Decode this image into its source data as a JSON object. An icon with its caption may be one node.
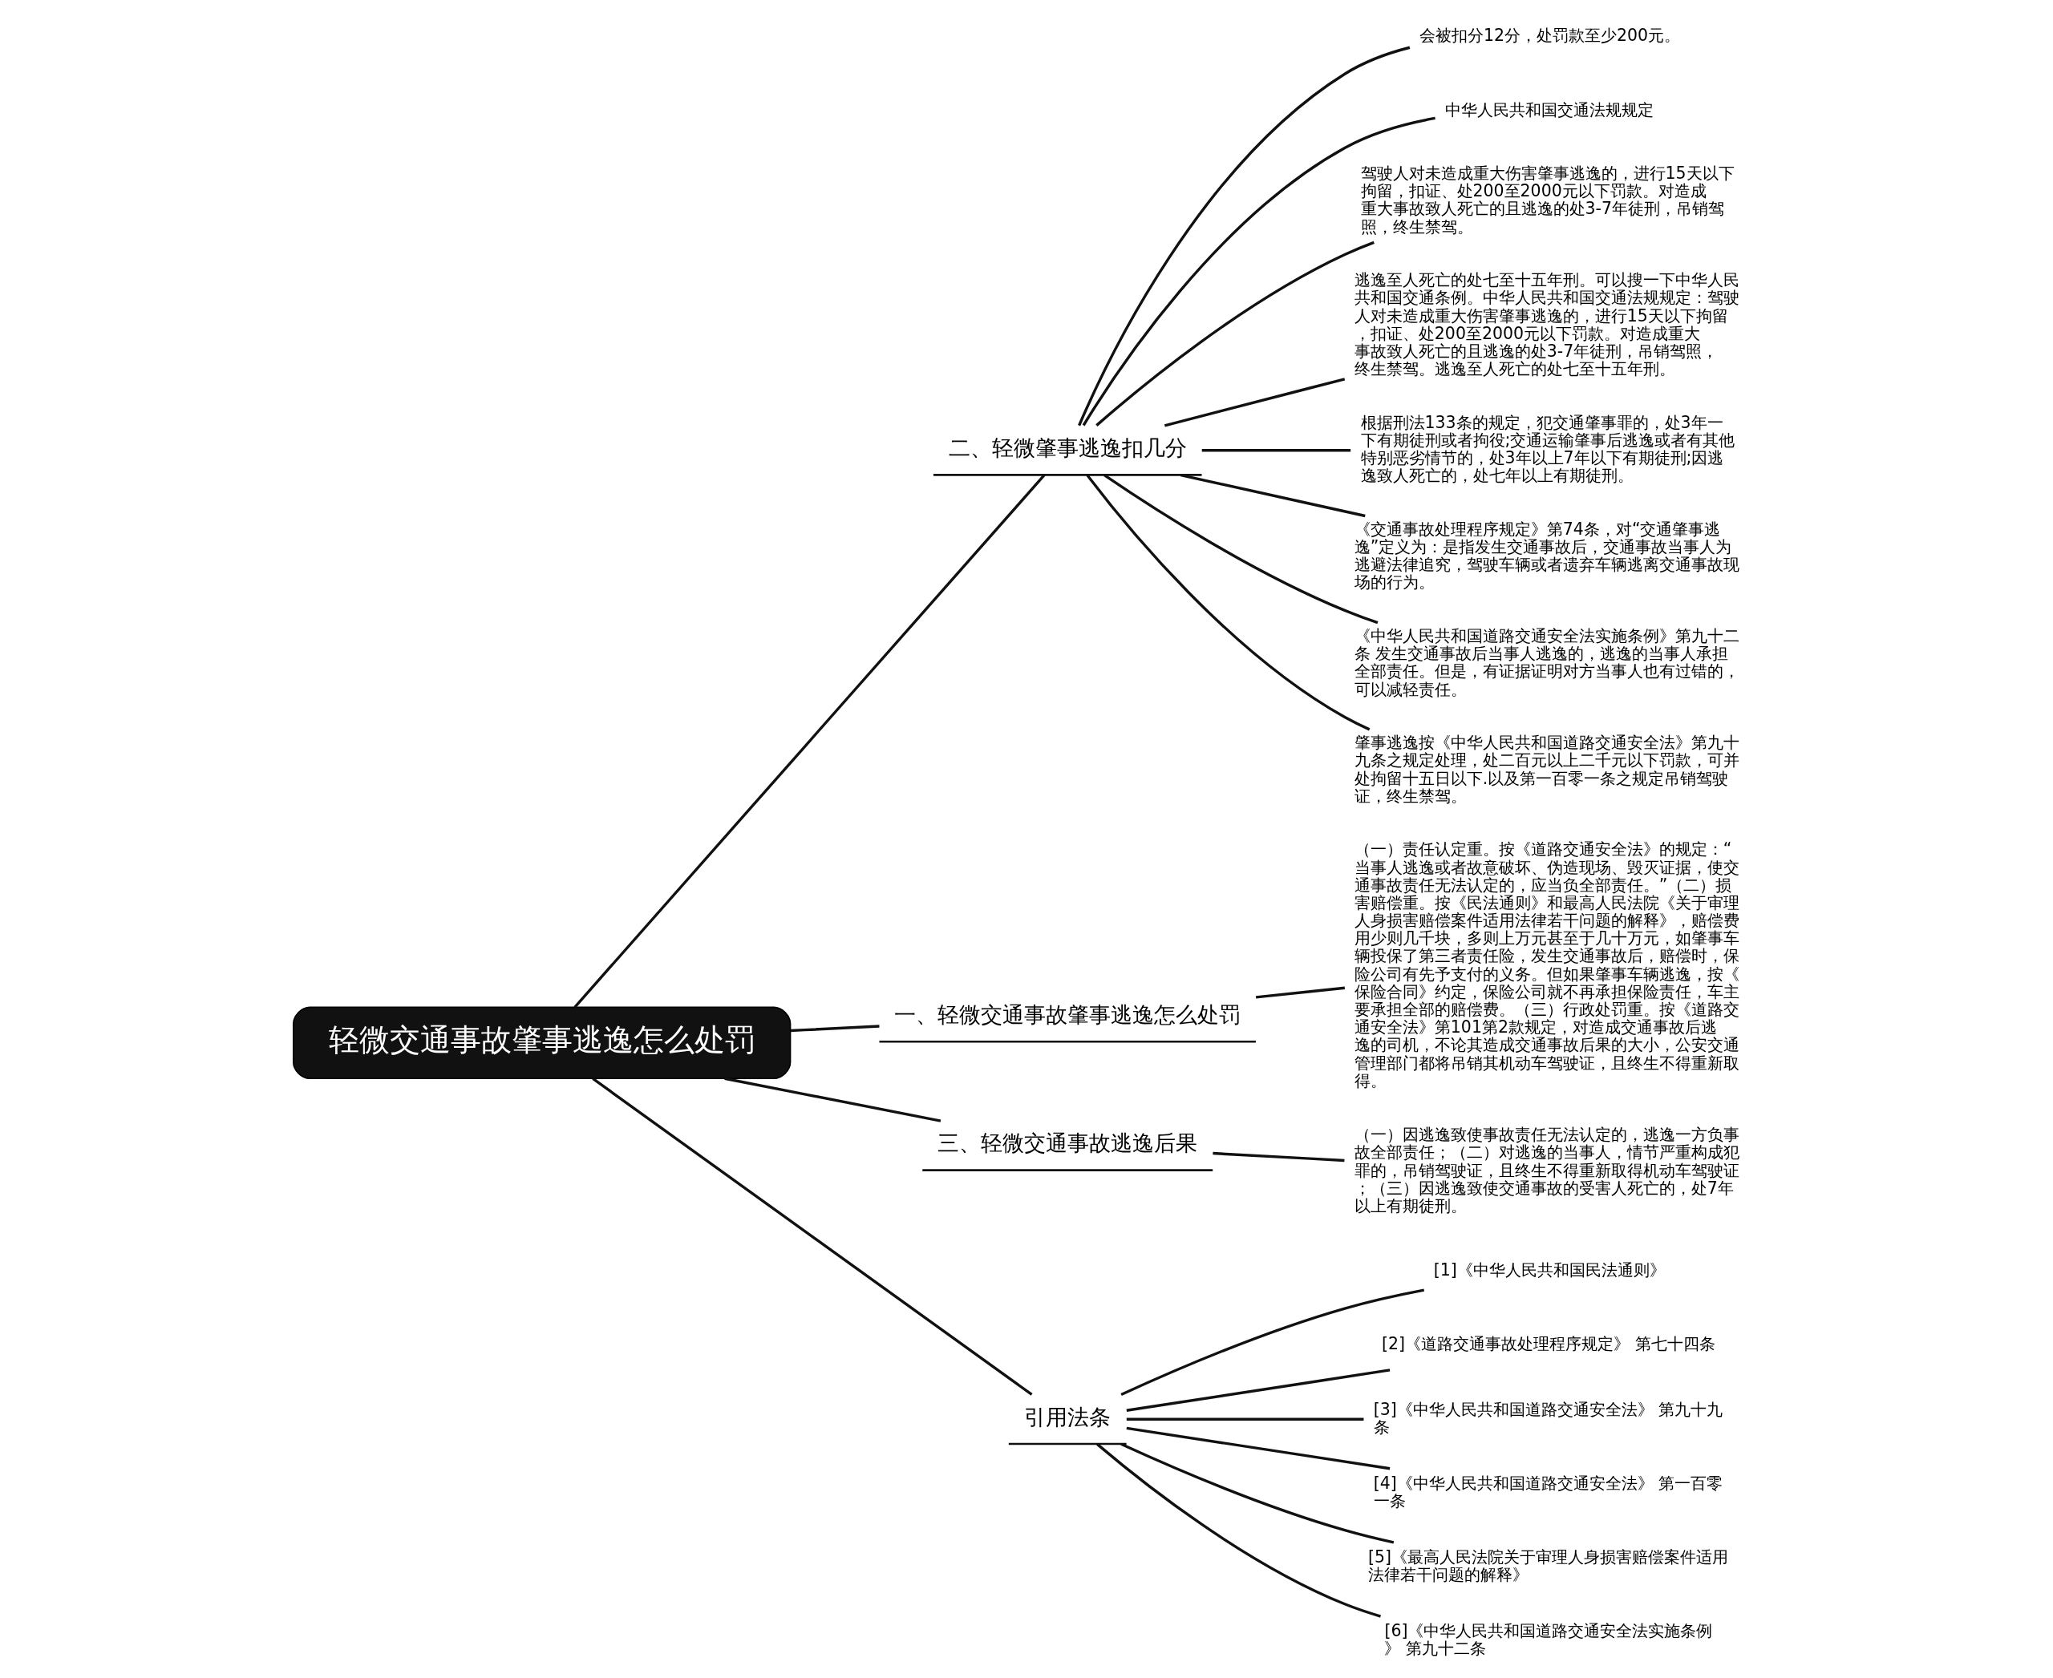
{
  "diagram": {
    "nodes": [
      {
        "text": [
          "轻微交通事故肇事逃逸怎么处罚"
        ]
      },
      {
        "text": [
          "二、轻微肇事逃逸扣几分"
        ]
      },
      {
        "text": [
          "会被扣分12分，处罚款至少200元。"
        ]
      },
      {
        "text": [
          "中华人民共和国交通法规规定"
        ]
      },
      {
        "text": [
          "驾驶人对未造成重大伤害肇事逃逸的，进行15天以下拘留，扣证、处200至2000元以下罚款。对造成重大事故致人死亡的且逃逸的处3-7年徒刑，吊销驾照，终生禁驾。"
        ]
      },
      {
        "text": [
          "逃逸至人死亡的处七至十五年刑。可以搜一下中华人民共和国交通条例。中华人民共和国交通法规规定：驾驶人对未造成重大伤害肇事逃逸的，进行15天以下拘留，扣证、处200至2000元以下罚款。对造成重大事故致人死亡的且逃逸的处3-7年徒刑，吊销驾照，终生禁驾。逃逸至人死亡的处七至十五年刑。"
        ]
      },
      {
        "text": [
          "根据刑法133条的规定，犯交通肇事罪的，处3年一下有期徒刑或者拘役;交通运输肇事后逃逸或者有其他特别恶劣情节的，处3年以上7年以下有期徒刑;因逃逸致人死亡的，处七年以上有期徒刑。"
        ]
      },
      {
        "text": [
          "《交通事故处理程序规定》第74条，对“交通肇事逃逸”定义为：是指发生交通事故后，交通事故当事人为逃避法律追究，驾驶车辆或者遗弃车辆逃离交通事故现场的行为。"
        ]
      },
      {
        "text": [
          "《中华人民共和国道路交通安全法实施条例》第九十二条 发生交通事故后当事人逃逸的，逃逸的当事人承担全部责任。但是，有证据证明对方当事人也有过错的，可以减轻责任。"
        ]
      },
      {
        "text": [
          "肇事逃逸按《中华人民共和国道路交通安全法》第九十九条之规定处理，处二百元以上二千元以下罚款，可并处拘留十五日以下.以及第一百零一条之规定吊销驾驶证，终生禁驾。"
        ]
      },
      {
        "text": [
          "一、轻微交通事故肇事逃逸怎么处罚"
        ]
      },
      {
        "text": [
          "（一）责任认定重。按《道路交通安全法》的规定：“当事人逃逸或者故意破坏、伪造现场、毁灭证据，使交通事故责任无法认定的，应当负全部责任。”（二）损害赔偿重。按《民法通则》和最高人民法院《关于审理人身损害赔偿案件适用法律若干问题的解释》，赔偿费用少则几千块，多则上万元甚至于几十万元，如肇事车辆投保了第三者责任险，发生交通事故后，赔偿时，保险公司有先予支付的义务。但如果肇事车辆逃逸，按《保险合同》约定，保险公司就不再承担保险责任，车主要承担全部的赔偿费。（三）行政处罚重。按《道路交通安全法》第101第2款规定，对造成交通事故后逃逸的司机，不论其造成交通事故后果的大小，公安交通管理部门都将吊销其机动车驾驶证，且终生不得重新取得。"
        ]
      },
      {
        "text": [
          "三、轻微交通事故逃逸后果"
        ]
      },
      {
        "text": [
          "（一）因逃逸致使事故责任无法认定的，逃逸一方负事故全部责任；（二）对逃逸的当事人，情节严重构成犯罪的，吊销驾驶证，且终生不得重新取得机动车驾驶证；（三）因逃逸致使交通事故的受害人死亡的，处7年以上有期徒刑。"
        ]
      },
      {
        "text": [
          "引用法条"
        ]
      },
      {
        "text": [
          "[1]《中华人民共和国民法通则》"
        ]
      },
      {
        "text": [
          "[2]《道路交通事故处理程序规定》 第七十四条"
        ]
      },
      {
        "text": [
          "[3]《中华人民共和国道路交通安全法》 第九十九条"
        ]
      },
      {
        "text": [
          "[4]《中华人民共和国道路交通安全法》 第一百零一条"
        ]
      },
      {
        "text": [
          "[5]《最高人民法院关于审理人身损害赔偿案件适用法律若干问题的解释》"
        ]
      },
      {
        "text": [
          "[6]《中华人民共和国道路交通安全法实施条例》 第九十二条"
        ]
      }
    ],
    "edges": [
      {
        "from": 0,
        "to": 1,
        "arrow": "none"
      },
      {
        "from": 1,
        "to": 2,
        "arrow": "none"
      },
      {
        "from": 1,
        "to": 3,
        "arrow": "none"
      },
      {
        "from": 1,
        "to": 4,
        "arrow": "none"
      },
      {
        "from": 1,
        "to": 5,
        "arrow": "none"
      },
      {
        "from": 1,
        "to": 6,
        "arrow": "none"
      },
      {
        "from": 1,
        "to": 7,
        "arrow": "none"
      },
      {
        "from": 1,
        "to": 8,
        "arrow": "none"
      },
      {
        "from": 1,
        "to": 9,
        "arrow": "none"
      },
      {
        "from": 0,
        "to": 10,
        "arrow": "none"
      },
      {
        "from": 10,
        "to": 11,
        "arrow": "none"
      },
      {
        "from": 0,
        "to": 12,
        "arrow": "none"
      },
      {
        "from": 12,
        "to": 13,
        "arrow": "none"
      },
      {
        "from": 0,
        "to": 14,
        "arrow": "none"
      },
      {
        "from": 14,
        "to": 15,
        "arrow": "none"
      },
      {
        "from": 14,
        "to": 16,
        "arrow": "none"
      },
      {
        "from": 14,
        "to": 17,
        "arrow": "none"
      },
      {
        "from": 14,
        "to": 18,
        "arrow": "none"
      },
      {
        "from": 14,
        "to": 19,
        "arrow": "none"
      },
      {
        "from": 14,
        "to": 20,
        "arrow": "none"
      }
    ]
  }
}
